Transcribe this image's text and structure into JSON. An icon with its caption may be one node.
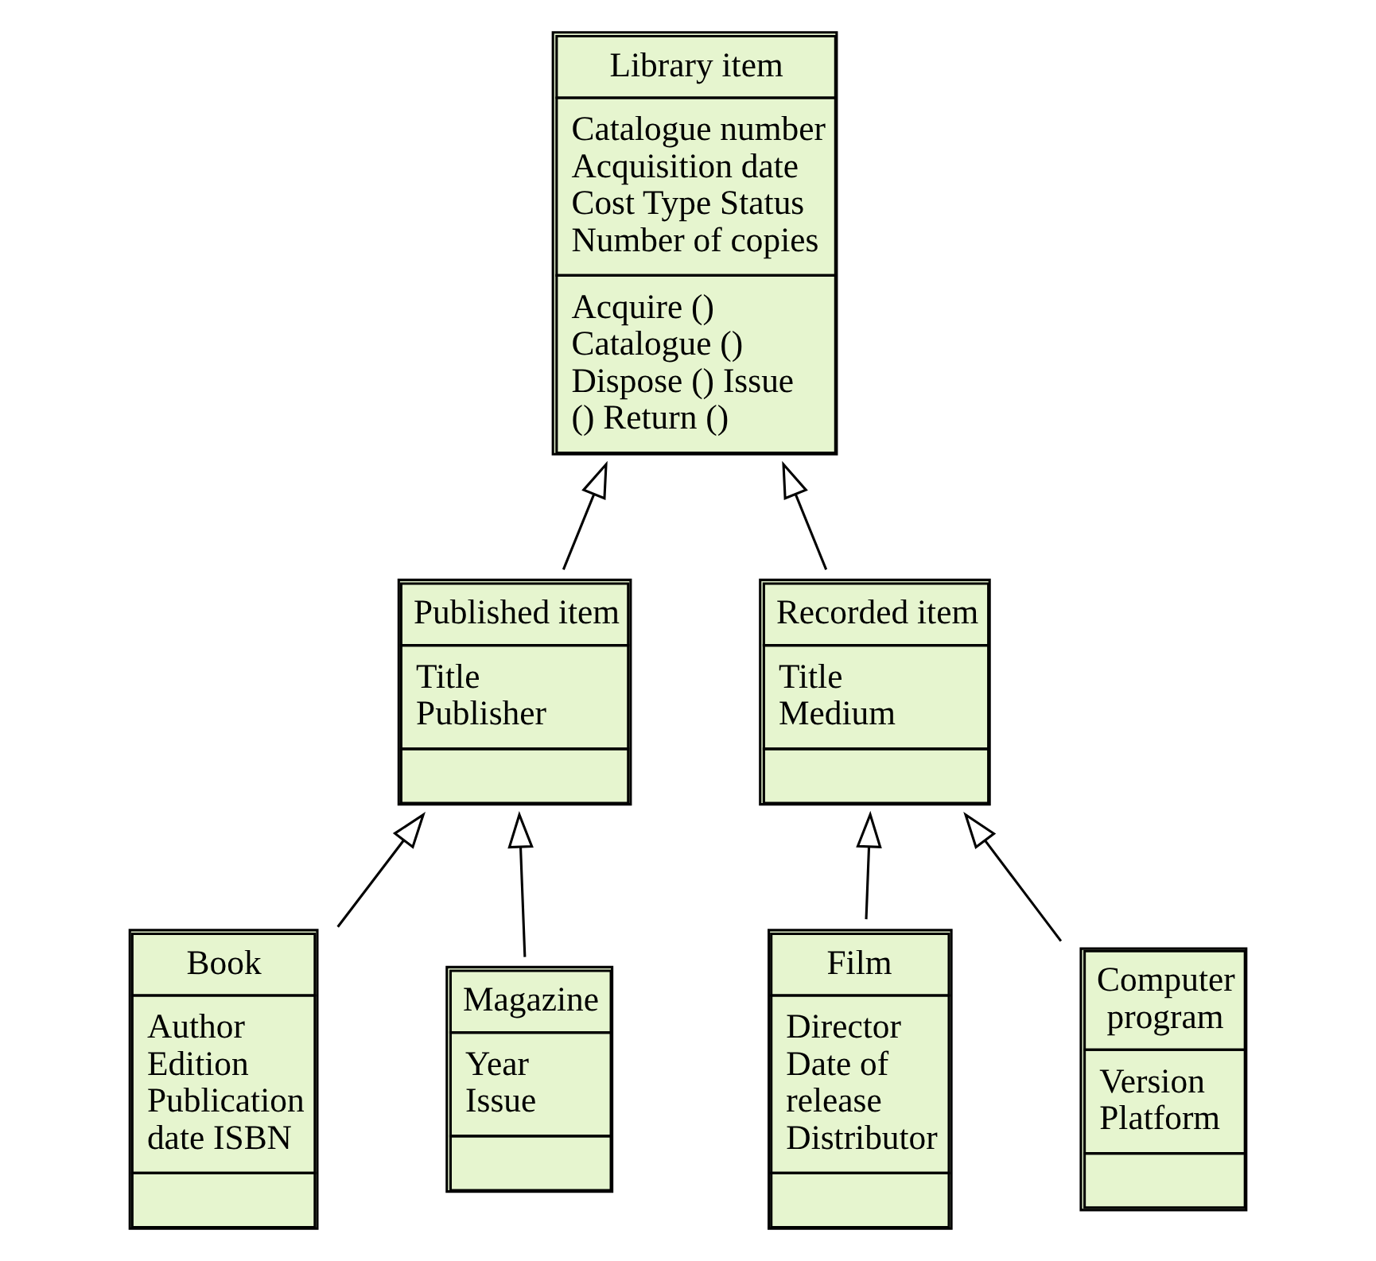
{
  "diagram": {
    "nodes": [
      {
        "text": [
          "Library item",
          "Catalogue number Acquisition date Cost Type Status Number of copies",
          "Acquire () Catalogue () Dispose () Issue () Return ()"
        ]
      },
      {
        "text": [
          "Published item",
          "Title Publisher"
        ]
      },
      {
        "text": [
          "Recorded item",
          "Title Medium"
        ]
      },
      {
        "text": [
          "Book",
          "Author Edition Publication date ISBN"
        ]
      },
      {
        "text": [
          "Magazine",
          "Year Issue"
        ]
      },
      {
        "text": [
          "Film",
          "Director Date of release Distributor"
        ]
      },
      {
        "text": [
          "Computer program",
          "Version Platform"
        ]
      }
    ],
    "edges": [
      {
        "from": 1,
        "to": 0,
        "arrow": "to"
      },
      {
        "from": 2,
        "to": 0,
        "arrow": "to"
      },
      {
        "from": 3,
        "to": 1,
        "arrow": "to"
      },
      {
        "from": 4,
        "to": 1,
        "arrow": "to"
      },
      {
        "from": 5,
        "to": 2,
        "arrow": "to"
      },
      {
        "from": 6,
        "to": 2,
        "arrow": "to"
      }
    ]
  }
}
